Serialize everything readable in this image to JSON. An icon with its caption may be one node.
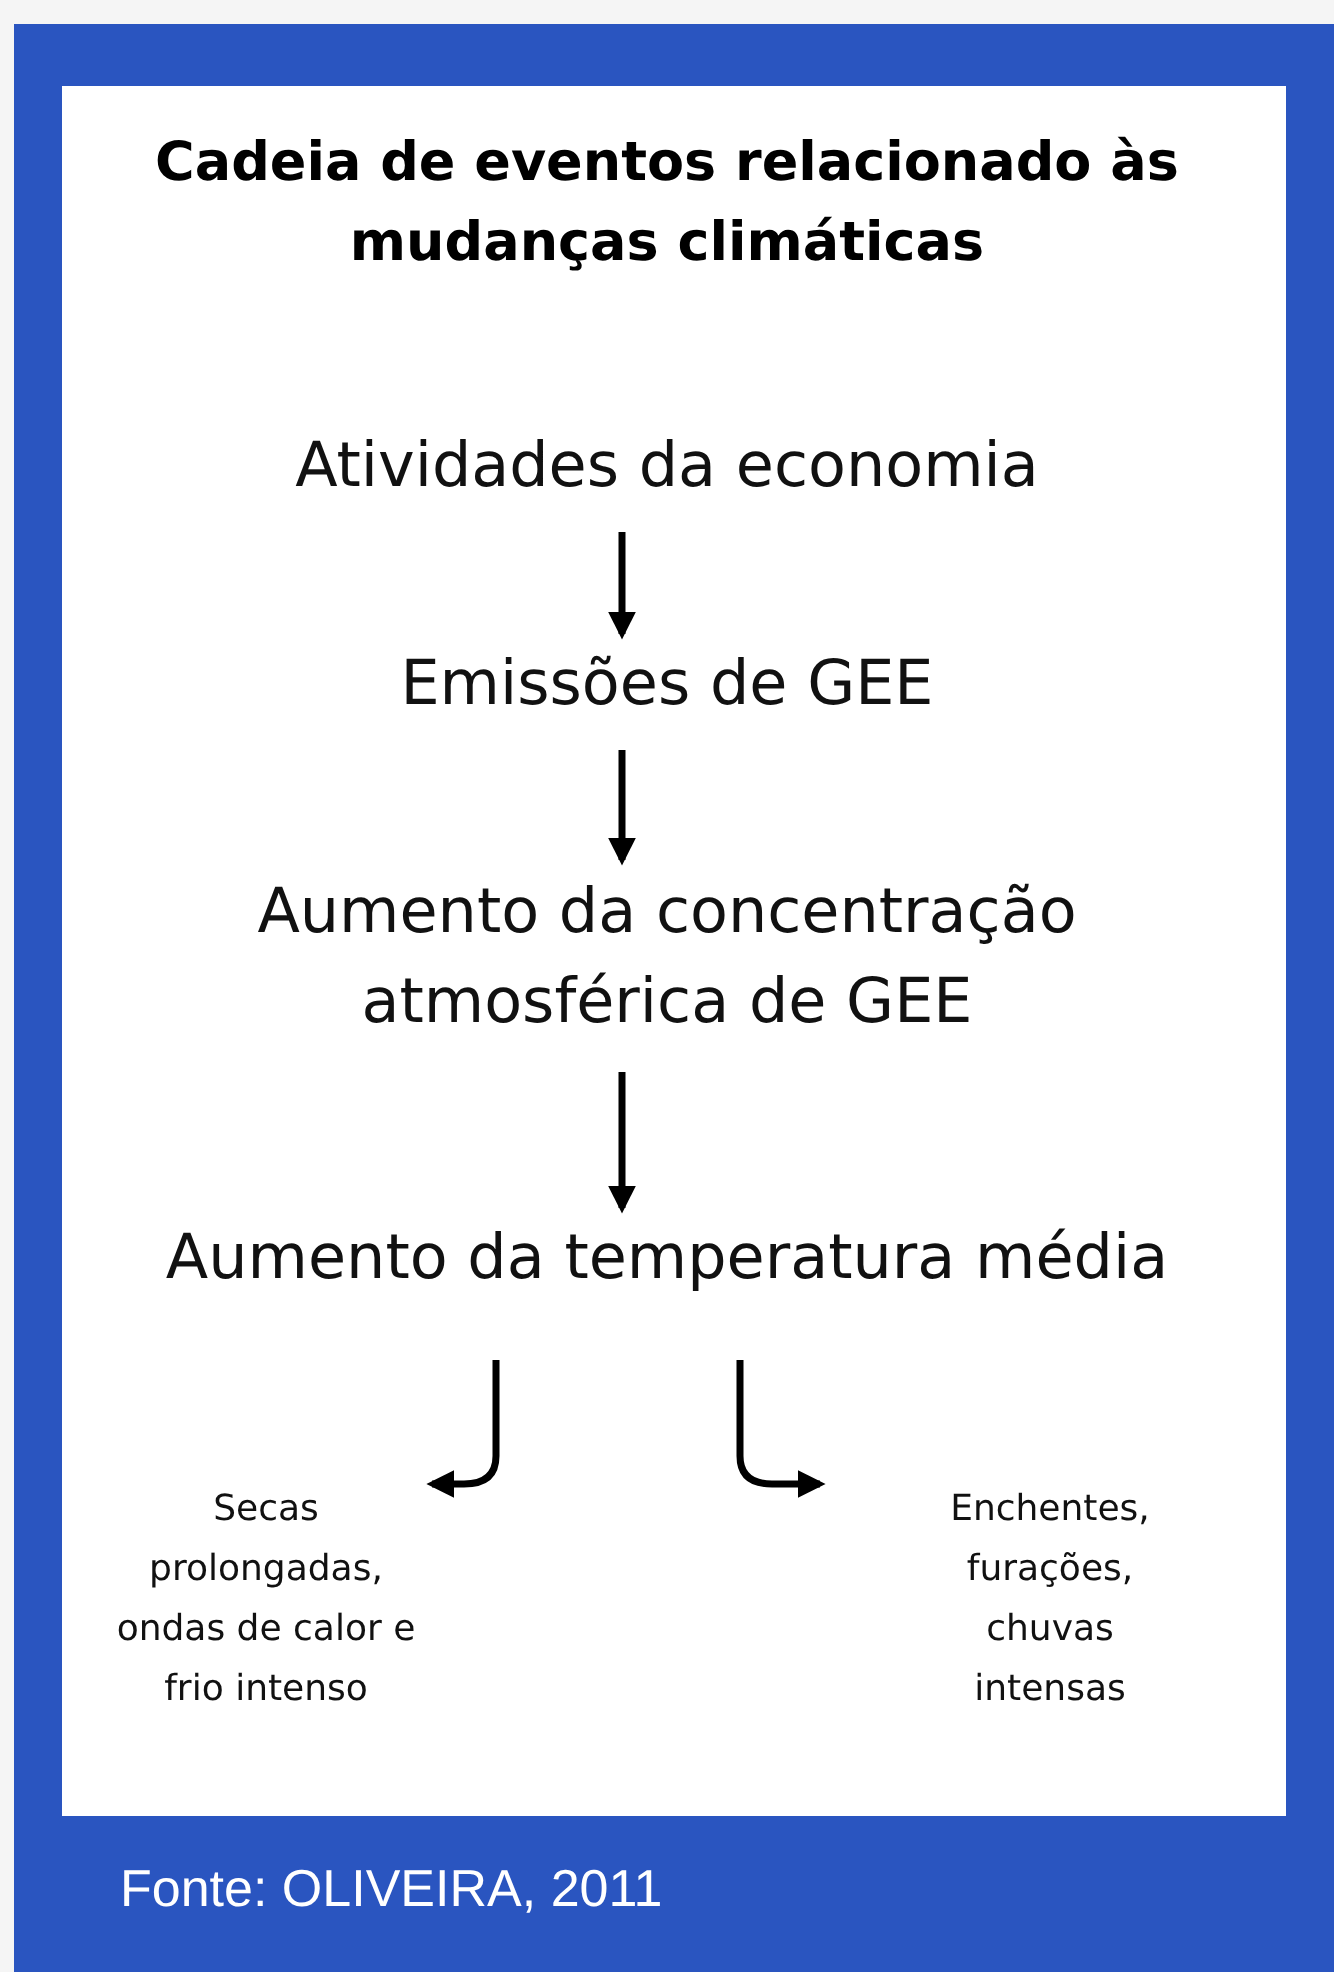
{
  "diagram": {
    "title": "Cadeia de eventos relacionado às mudanças climáticas",
    "nodes": [
      {
        "text": [
          "Atividades da economia"
        ]
      },
      {
        "text": [
          "Emissões de GEE"
        ]
      },
      {
        "text": [
          "Aumento da concentração atmosférica de GEE"
        ]
      },
      {
        "text": [
          "Aumento da temperatura média"
        ]
      },
      {
        "text": [
          "Secas prolongadas, ondas de calor e frio intenso"
        ]
      },
      {
        "text": [
          "Enchentes, furações, chuvas intensas"
        ]
      }
    ],
    "edges": [
      {
        "from": 0,
        "to": 1,
        "arrow": "to"
      },
      {
        "from": 1,
        "to": 2,
        "arrow": "to"
      },
      {
        "from": 2,
        "to": 3,
        "arrow": "to"
      },
      {
        "from": 3,
        "to": 4,
        "arrow": "to"
      },
      {
        "from": 3,
        "to": 5,
        "arrow": "to"
      }
    ],
    "caption": "Fonte: OLIVEIRA, 2011"
  }
}
